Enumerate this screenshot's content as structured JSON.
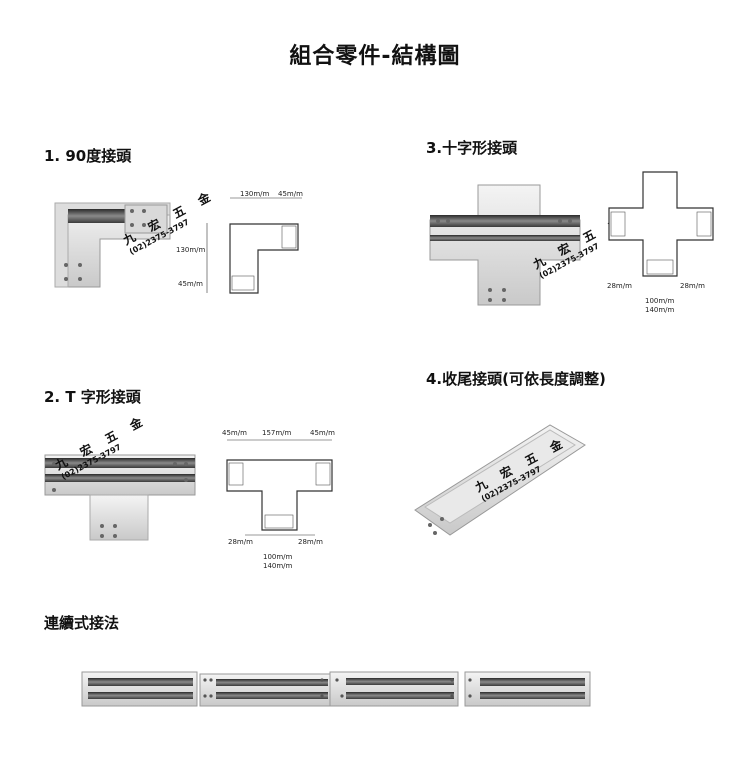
{
  "page": {
    "title": "組合零件-結構圖"
  },
  "sections": {
    "s1": {
      "label": "1. 90度接頭"
    },
    "s2": {
      "label": "2. T 字形接頭"
    },
    "s3": {
      "label": "3.十字形接頭"
    },
    "s4": {
      "label": "4.收尾接頭(可依長度調整)"
    },
    "s5": {
      "label": "連續式接法"
    }
  },
  "watermark": {
    "name": "九 宏 五 金",
    "phone": "(02)2375-3797"
  },
  "dims": {
    "elbow": {
      "top_a": "130m/m",
      "top_b": "45m/m",
      "left_a": "130m/m",
      "left_b": "45m/m"
    },
    "tee": {
      "top_a": "45m/m",
      "top_b": "157m/m",
      "top_c": "45m/m",
      "bot_a": "28m/m",
      "bot_b": "28m/m",
      "bot_c": "100m/m",
      "bot_d": "140m/m"
    },
    "cross": {
      "bot_a": "28m/m",
      "bot_b": "28m/m",
      "bot_c": "100m/m",
      "bot_d": "140m/m"
    }
  }
}
